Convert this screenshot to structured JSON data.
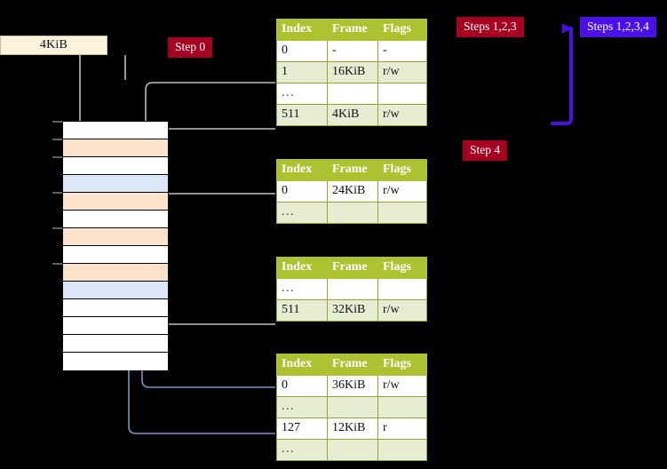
{
  "diagram": {
    "title_badges": [
      {
        "id": "steps123",
        "label": "Steps 1,2,3",
        "color": "#A50021"
      },
      {
        "id": "steps1234",
        "label": "Steps 1,2,3,4",
        "color": "#4B10E8"
      },
      {
        "id": "step0",
        "label": "Step 0",
        "color": "#A50021"
      },
      {
        "id": "step4",
        "label": "Step 4",
        "color": "#A50021"
      }
    ],
    "frame_box": {
      "label": "4KiB"
    },
    "memory": {
      "rows": [
        {
          "fill": "white"
        },
        {
          "fill": "orange"
        },
        {
          "fill": "white"
        },
        {
          "fill": "blue"
        },
        {
          "fill": "orange"
        },
        {
          "fill": "white"
        },
        {
          "fill": "orange"
        },
        {
          "fill": "white"
        },
        {
          "fill": "orange"
        },
        {
          "fill": "blue"
        },
        {
          "fill": "white"
        },
        {
          "fill": "white"
        },
        {
          "fill": "white"
        },
        {
          "fill": "white"
        }
      ]
    },
    "tables": [
      {
        "id": "table-level-4",
        "headers": [
          "Index",
          "Frame",
          "Flags"
        ],
        "rows": [
          {
            "cells": [
              "0",
              "-",
              "-"
            ],
            "alt": false,
            "highlight": false
          },
          {
            "cells": [
              "1",
              "16KiB",
              "r/w"
            ],
            "alt": true,
            "highlight": false
          },
          {
            "cells": [
              "...",
              "",
              ""
            ],
            "alt": false,
            "highlight": false
          },
          {
            "cells": [
              "511",
              "4KiB",
              "r/w"
            ],
            "alt": true,
            "highlight": true
          }
        ]
      },
      {
        "id": "table-level-3",
        "headers": [
          "Index",
          "Frame",
          "Flags"
        ],
        "rows": [
          {
            "cells": [
              "0",
              "24KiB",
              "r/w"
            ],
            "alt": false,
            "highlight": false
          },
          {
            "cells": [
              "...",
              "",
              ""
            ],
            "alt": true,
            "highlight": false
          }
        ]
      },
      {
        "id": "table-level-2",
        "headers": [
          "Index",
          "Frame",
          "Flags"
        ],
        "rows": [
          {
            "cells": [
              "...",
              "",
              ""
            ],
            "alt": false,
            "highlight": false
          },
          {
            "cells": [
              "511",
              "32KiB",
              "r/w"
            ],
            "alt": true,
            "highlight": false
          }
        ]
      },
      {
        "id": "table-level-1",
        "headers": [
          "Index",
          "Frame",
          "Flags"
        ],
        "rows": [
          {
            "cells": [
              "0",
              "36KiB",
              "r/w"
            ],
            "alt": false,
            "highlight": false
          },
          {
            "cells": [
              "...",
              "",
              ""
            ],
            "alt": true,
            "highlight": false
          },
          {
            "cells": [
              "127",
              "12KiB",
              "r"
            ],
            "alt": false,
            "highlight": false
          },
          {
            "cells": [
              "...",
              "",
              ""
            ],
            "alt": true,
            "highlight": false
          }
        ]
      }
    ],
    "colors": {
      "background": "#000000",
      "table_header": "#ADC231",
      "table_alt_row": "#E7EDD2",
      "highlight": "#FFFF99",
      "mem_orange": "#FDE3CC",
      "mem_blue": "#DBE6F6",
      "frame_box": "#FDF3DC",
      "badge_red": "#A50021",
      "badge_blue": "#4B10E8",
      "connector_gray": "#BFBFBF",
      "connector_blue": "#7596C8"
    }
  }
}
